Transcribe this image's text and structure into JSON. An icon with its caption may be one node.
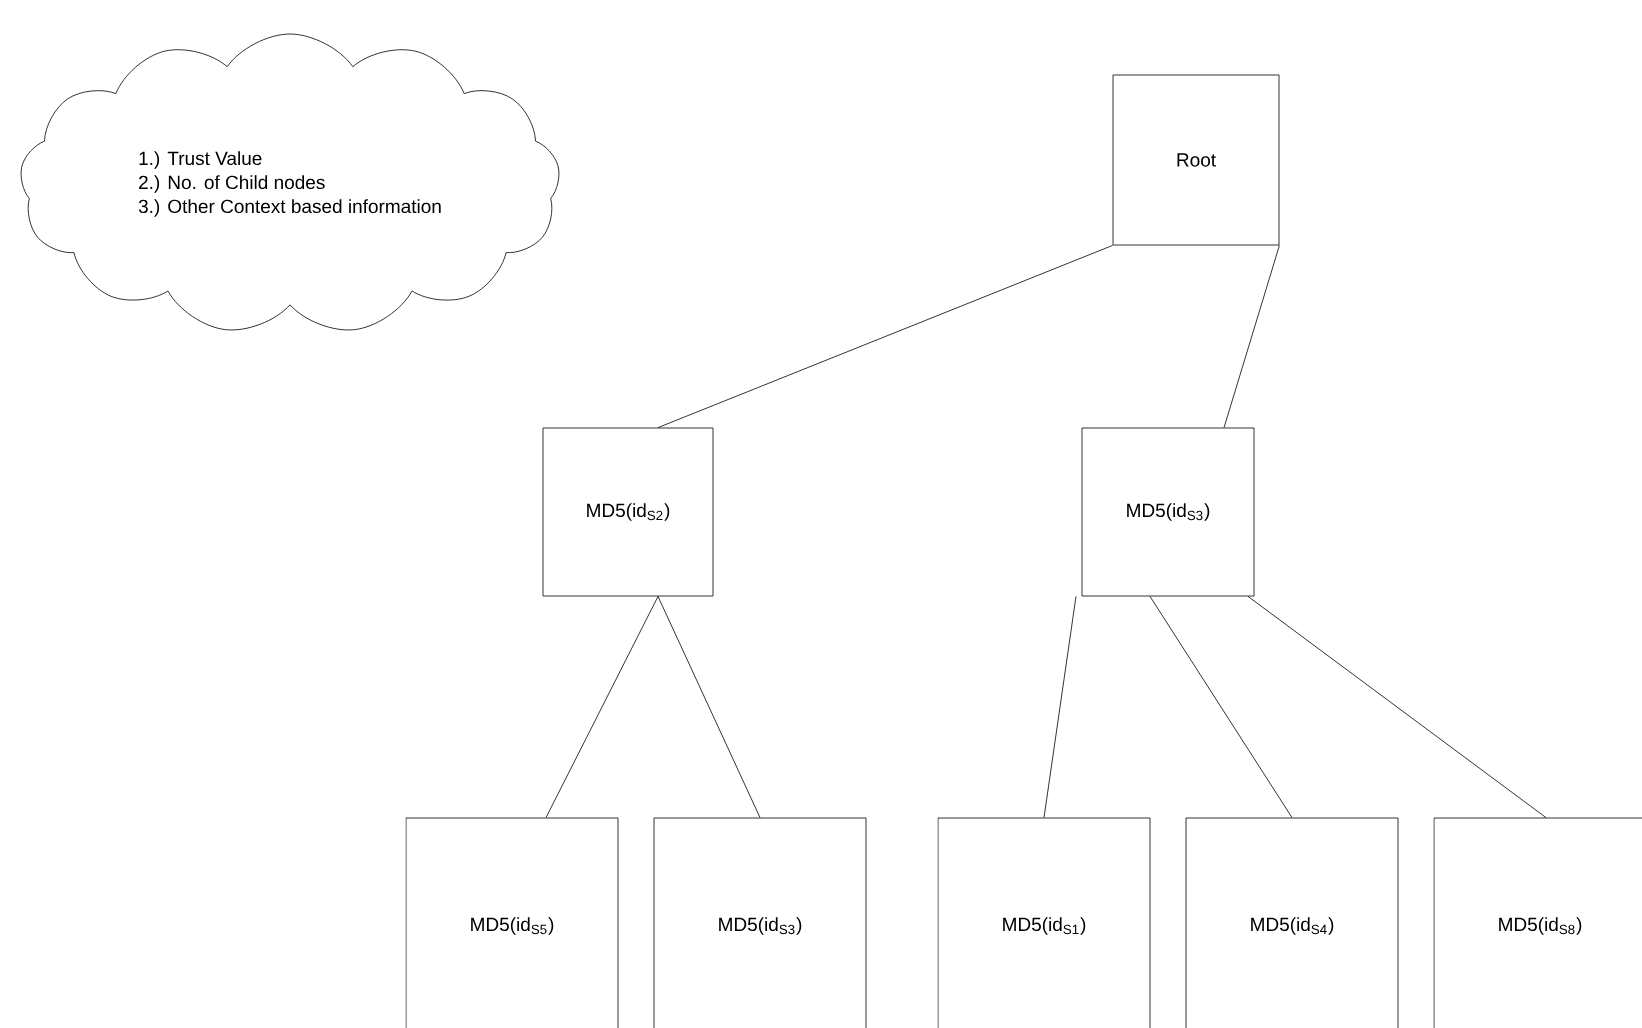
{
  "diagram": {
    "nodes": [
      {
        "text": [
          "1.) Trust Value",
          "2.) No. of Child nodes",
          "3.) Other Context based information"
        ]
      },
      {
        "text": [
          "Root"
        ]
      },
      {
        "text": [
          "MD5(id$_{S2}$)"
        ]
      },
      {
        "text": [
          "MD5(id$_{S3}$)"
        ]
      },
      {
        "text": [
          "MD5(id$_{S5}$)"
        ]
      },
      {
        "text": [
          "MD5(id$_{S3}$)"
        ]
      },
      {
        "text": [
          "MD5(id$_{S1}$)"
        ]
      },
      {
        "text": [
          "MD5(id$_{S4}$)"
        ]
      },
      {
        "text": [
          "MD5(id$_{S8}$)"
        ]
      }
    ],
    "edges": [
      {
        "from": 1,
        "to": 2,
        "arrow": "none"
      },
      {
        "from": 1,
        "to": 3,
        "arrow": "none"
      },
      {
        "from": 2,
        "to": 4,
        "arrow": "none"
      },
      {
        "from": 2,
        "to": 5,
        "arrow": "none"
      },
      {
        "from": 3,
        "to": 6,
        "arrow": "none"
      },
      {
        "from": 3,
        "to": 7,
        "arrow": "none"
      },
      {
        "from": 3,
        "to": 8,
        "arrow": "none"
      }
    ]
  }
}
